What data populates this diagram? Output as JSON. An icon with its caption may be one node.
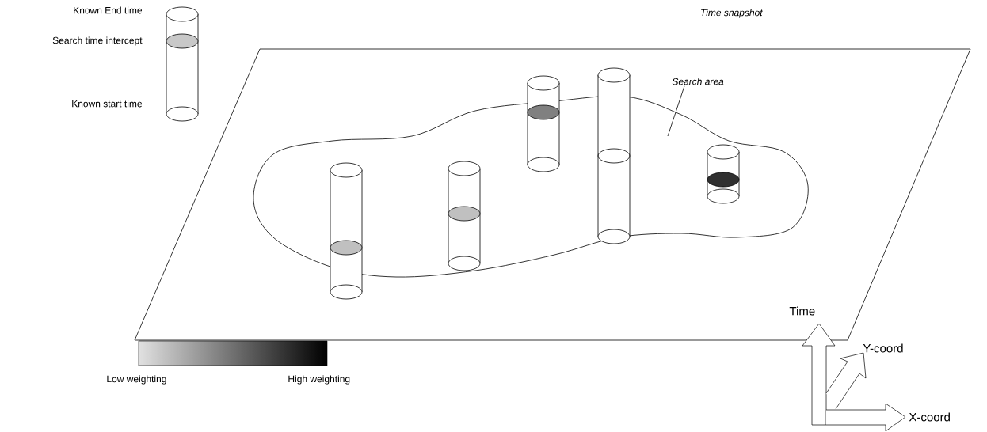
{
  "diagram": {
    "nodes": [
      {
        "text": [
          "Time snapshot"
        ]
      },
      {
        "text": [],
        "shape": "cloud",
        "in": 0
      },
      {
        "text": [
          "Search area"
        ],
        "in": 0
      },
      {
        "text": [],
        "shape": "cylinder",
        "beside": [
          "Known End time",
          "Search time intercept",
          "Known start time"
        ]
      },
      {
        "text": [],
        "shape": "cylinder",
        "in": 0
      },
      {
        "text": [],
        "shape": "cylinder",
        "in": 1
      },
      {
        "text": [],
        "shape": "cylinder",
        "in": 0
      },
      {
        "text": [],
        "shape": "cylinder",
        "in": 0
      },
      {
        "text": [],
        "shape": "cylinder",
        "in": 1
      }
    ],
    "edges": [
      {
        "from": 2,
        "to": 1,
        "arrow": "none"
      }
    ],
    "labels": [
      "Low weighting",
      "High weighting",
      "Time",
      "Y-coord",
      "X-coord"
    ]
  }
}
